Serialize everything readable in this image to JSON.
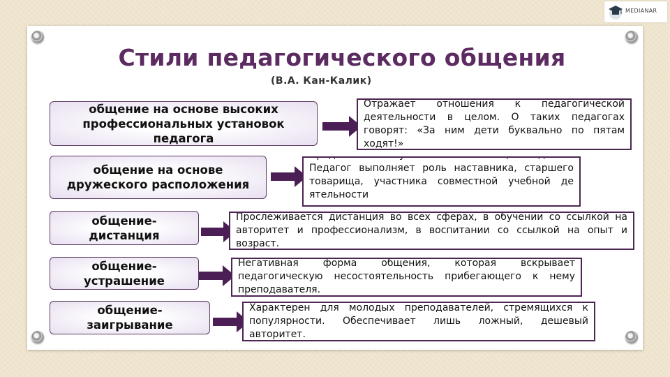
{
  "logo": {
    "text": "MEDIANAR"
  },
  "slide": {
    "title": "Стили педагогического общения",
    "subtitle": "(В.А. Кан-Калик)"
  },
  "styles": [
    {
      "label": "общение на основе высоких профессиональных установок педагога",
      "description": "Отражает отношения к педагогической деятельности в целом. О таких педагогах говорят: «За ним дети буквально по пятам ходят!»"
    },
    {
      "label": "общение на основе дружеского расположения",
      "description": "Предполагает увлеченность общим делом. Педагог выполняет роль наставника, старшего товарища, участника совместной учебной де ятельности"
    },
    {
      "label": "общение-дистанция",
      "description": "Прослеживается дистанция во всех сферах, в обучении со ссылкой на авторитет и профессионализм, в воспитании со ссылкой на опыт и возраст."
    },
    {
      "label": "общение-устрашение",
      "description": "Негативная форма общения, которая вскрывает педагогическую несостоятельность прибегающего к нему преподавателя."
    },
    {
      "label": "общение-заигрывание",
      "description": "Характерен для молодых преподавателей, стремящихся к популярности. Обеспечивает лишь ложный, дешевый авторитет."
    }
  ],
  "colors": {
    "title": "#5c2b61",
    "arrow": "#4b1f55",
    "border": "#4c2552"
  }
}
